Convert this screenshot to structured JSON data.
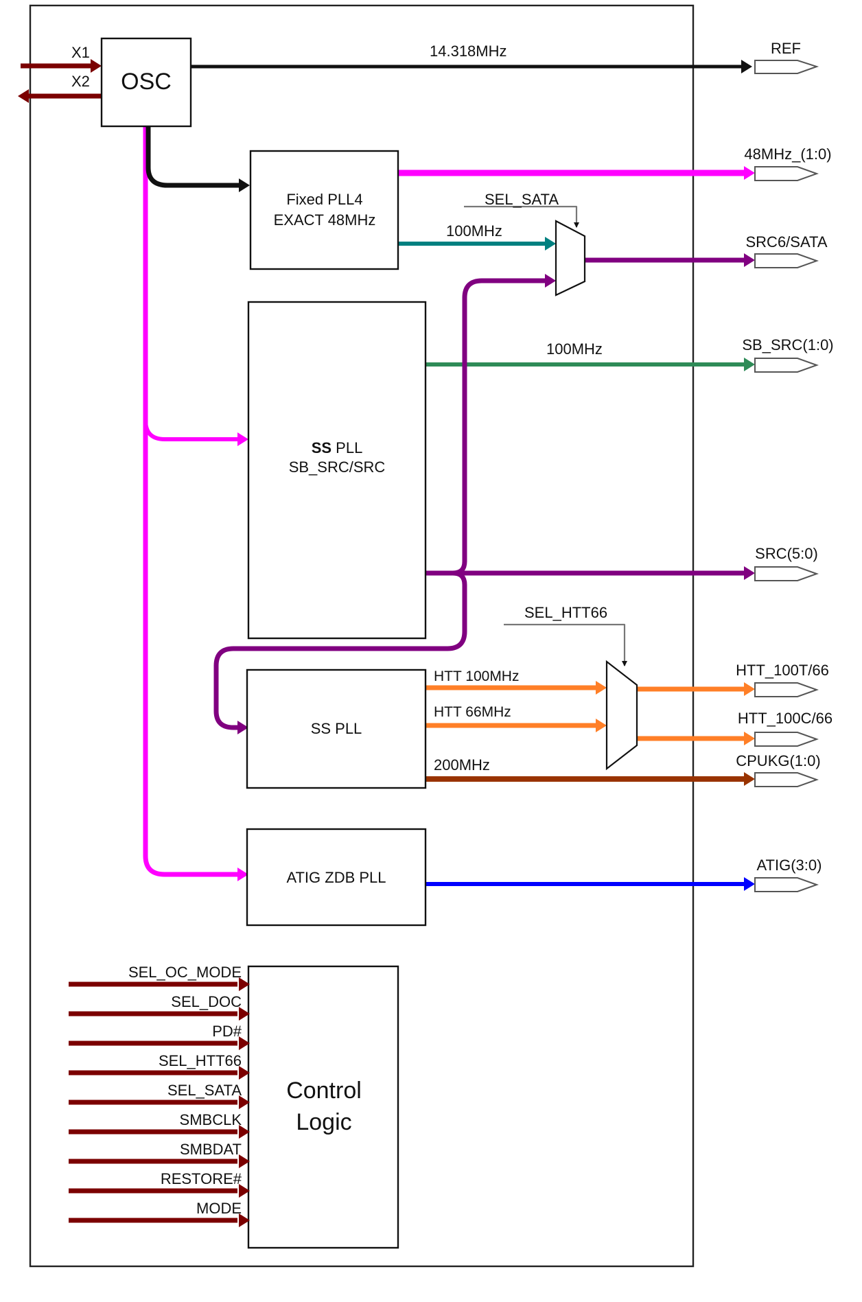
{
  "colors": {
    "black": "#111111",
    "magenta": "#ff00ff",
    "purple": "#800080",
    "teal": "#008080",
    "green": "#2e8b57",
    "orange": "#ff7f27",
    "brown": "#993300",
    "blue": "#0000ff",
    "darkred": "#7b0000",
    "gray": "#777777"
  },
  "blocks": {
    "osc": "OSC",
    "pll4_line1": "Fixed PLL4",
    "pll4_line2": "EXACT 48MHz",
    "sspll1_bold": "SS",
    "sspll1_rest": " PLL",
    "sspll1_line2": "SB_SRC/SRC",
    "sspll2": "SS PLL",
    "atig": "ATIG ZDB PLL",
    "control_line1": "Control",
    "control_line2": "Logic"
  },
  "osc_pins": {
    "x1": "X1",
    "x2": "X2"
  },
  "signals": {
    "ref_freq": "14.318MHz",
    "sata_100": "100MHz",
    "sbsrc_100": "100MHz",
    "htt100": "HTT 100MHz",
    "htt66": "HTT 66MHz",
    "cpu200": "200MHz",
    "sel_sata": "SEL_SATA",
    "sel_htt66": "SEL_HTT66"
  },
  "outputs": {
    "ref": "REF",
    "usb48": "48MHz_(1:0)",
    "src6": "SRC6/SATA",
    "sbsrc": "SB_SRC(1:0)",
    "src": "SRC(5:0)",
    "htt100t": "HTT_100T/66",
    "htt100c": "HTT_100C/66",
    "cpukg": "CPUKG(1:0)",
    "atig": "ATIG(3:0)"
  },
  "control_inputs": [
    "SEL_OC_MODE",
    "SEL_DOC",
    "PD#",
    "SEL_HTT66",
    "SEL_SATA",
    "SMBCLK",
    "SMBDAT",
    "RESTORE#",
    "MODE"
  ]
}
